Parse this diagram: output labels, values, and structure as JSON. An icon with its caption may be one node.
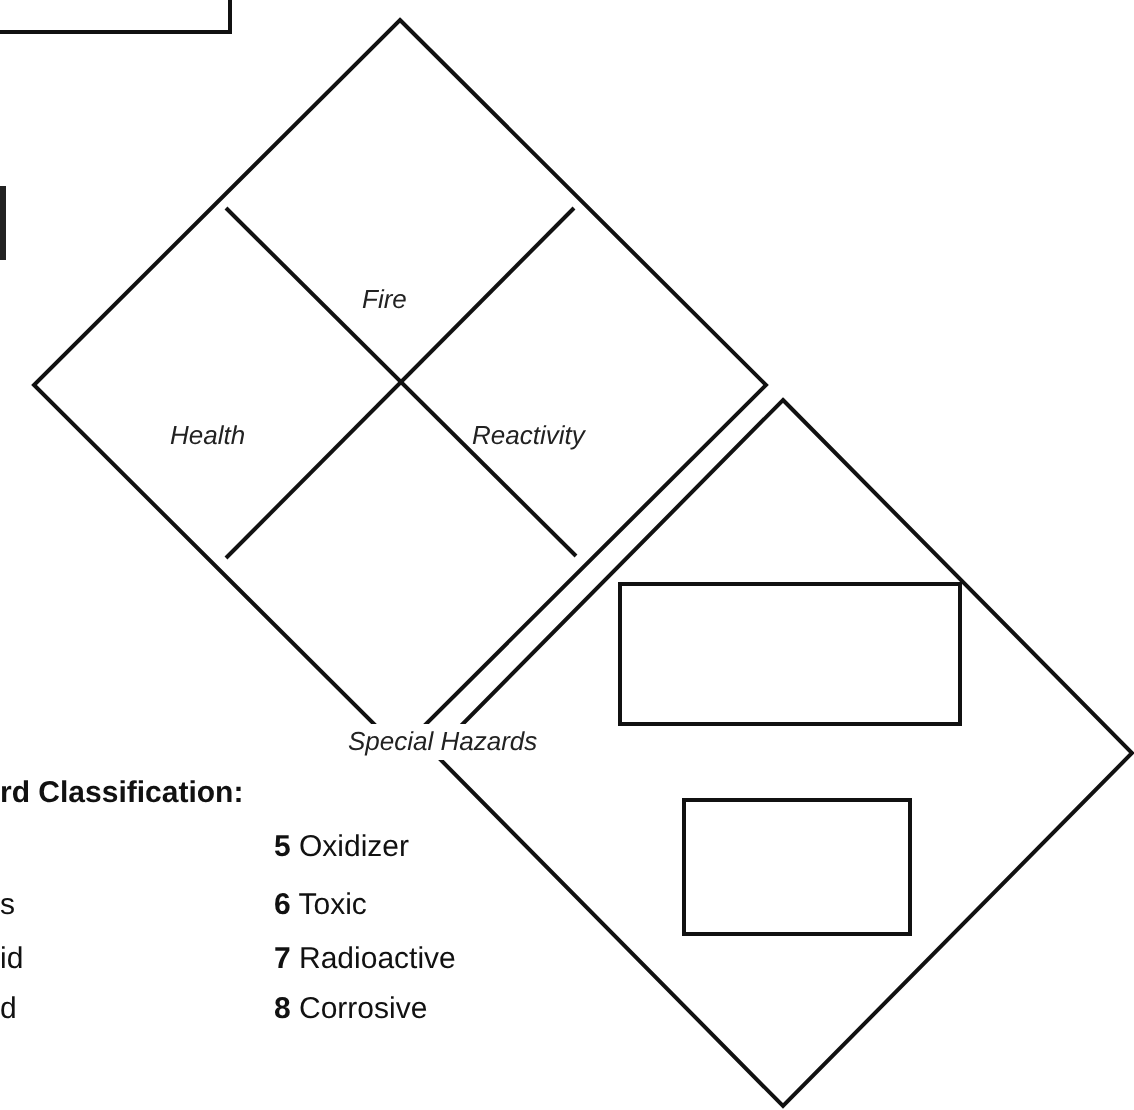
{
  "diagram": {
    "nodes": [
      {
        "text": [],
        "shape": "diamond"
      },
      {
        "text": [
          "Fire"
        ],
        "in": 0
      },
      {
        "text": [
          "Health"
        ],
        "in": 0
      },
      {
        "text": [
          "Reactivity"
        ],
        "in": 0
      },
      {
        "text": [
          "Special Hazards"
        ],
        "in": 0
      },
      {
        "text": [],
        "shape": "diamond"
      },
      {
        "text": [],
        "shape": "box",
        "in": 5
      },
      {
        "text": [],
        "shape": "box",
        "in": 5
      },
      {
        "text": [],
        "shape": "box"
      }
    ],
    "labels": [
      "rd Classification:",
      "**5** Oxidizer",
      "s",
      "**6** Toxic",
      "id",
      "**7** Radioactive",
      "d",
      "**8** Corrosive"
    ]
  }
}
